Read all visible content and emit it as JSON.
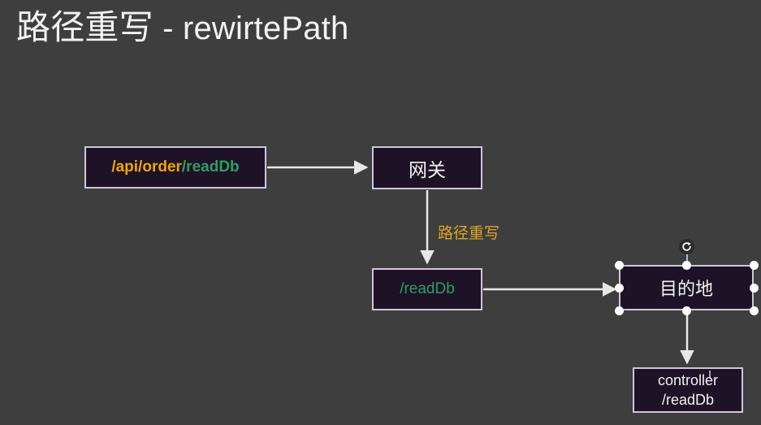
{
  "page": {
    "background_color": "#3e3e3e",
    "title_cn": "路径重写",
    "title_sep": " - ",
    "title_en": "rewirtePath"
  },
  "colors": {
    "node_fill": "#1d1226",
    "node_border": "#cfc6d8",
    "text_white": "#f2f2f2",
    "accent_orange": "#e8a317",
    "accent_green": "#2e9e63",
    "connector": "#e8e8e8",
    "handle": "#ffffff"
  },
  "diagram": {
    "nodes": {
      "source": {
        "label_full": "/api/order/readDb",
        "segment_api": "/api/order",
        "segment_db": "/readDb"
      },
      "gateway": {
        "label": "网关"
      },
      "rewrite": {
        "label": "/readDb"
      },
      "destination": {
        "label": "目的地",
        "selected": true
      },
      "controller": {
        "line1": "controller",
        "line2": "/readDb"
      }
    },
    "edges": [
      {
        "from": "source",
        "to": "gateway",
        "label": ""
      },
      {
        "from": "gateway",
        "to": "rewrite",
        "label": "路径重写"
      },
      {
        "from": "rewrite",
        "to": "destination",
        "label": ""
      },
      {
        "from": "destination",
        "to": "controller",
        "label": ""
      }
    ],
    "edge_labels": {
      "rewrite": "路径重写"
    },
    "selection": {
      "handle_count": 8,
      "rotate_handle_icon": "rotate-icon"
    }
  },
  "cursor": {
    "glyph": "I",
    "type": "text-caret"
  }
}
